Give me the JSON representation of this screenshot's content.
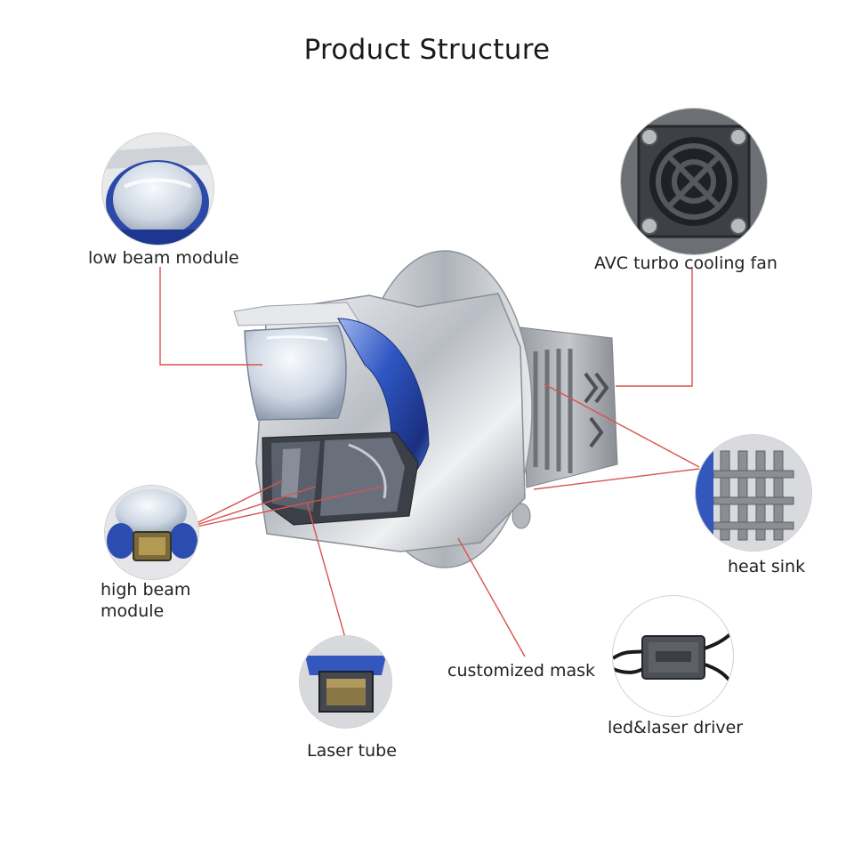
{
  "title": "Product Structure",
  "labels": {
    "low_beam": "low beam module",
    "fan": "AVC  turbo cooling fan",
    "heat_sink": "heat sink",
    "high_beam_line1": "high beam",
    "high_beam_line2": "module",
    "laser_tube": "Laser tube",
    "mask": "customized mask",
    "driver": "led&laser driver"
  },
  "colors": {
    "leader_line": "#d9534f",
    "chrome": "#c9ccd1",
    "blue_chrome": "#3a63c9",
    "lens_glass": "#dfe6ee"
  }
}
